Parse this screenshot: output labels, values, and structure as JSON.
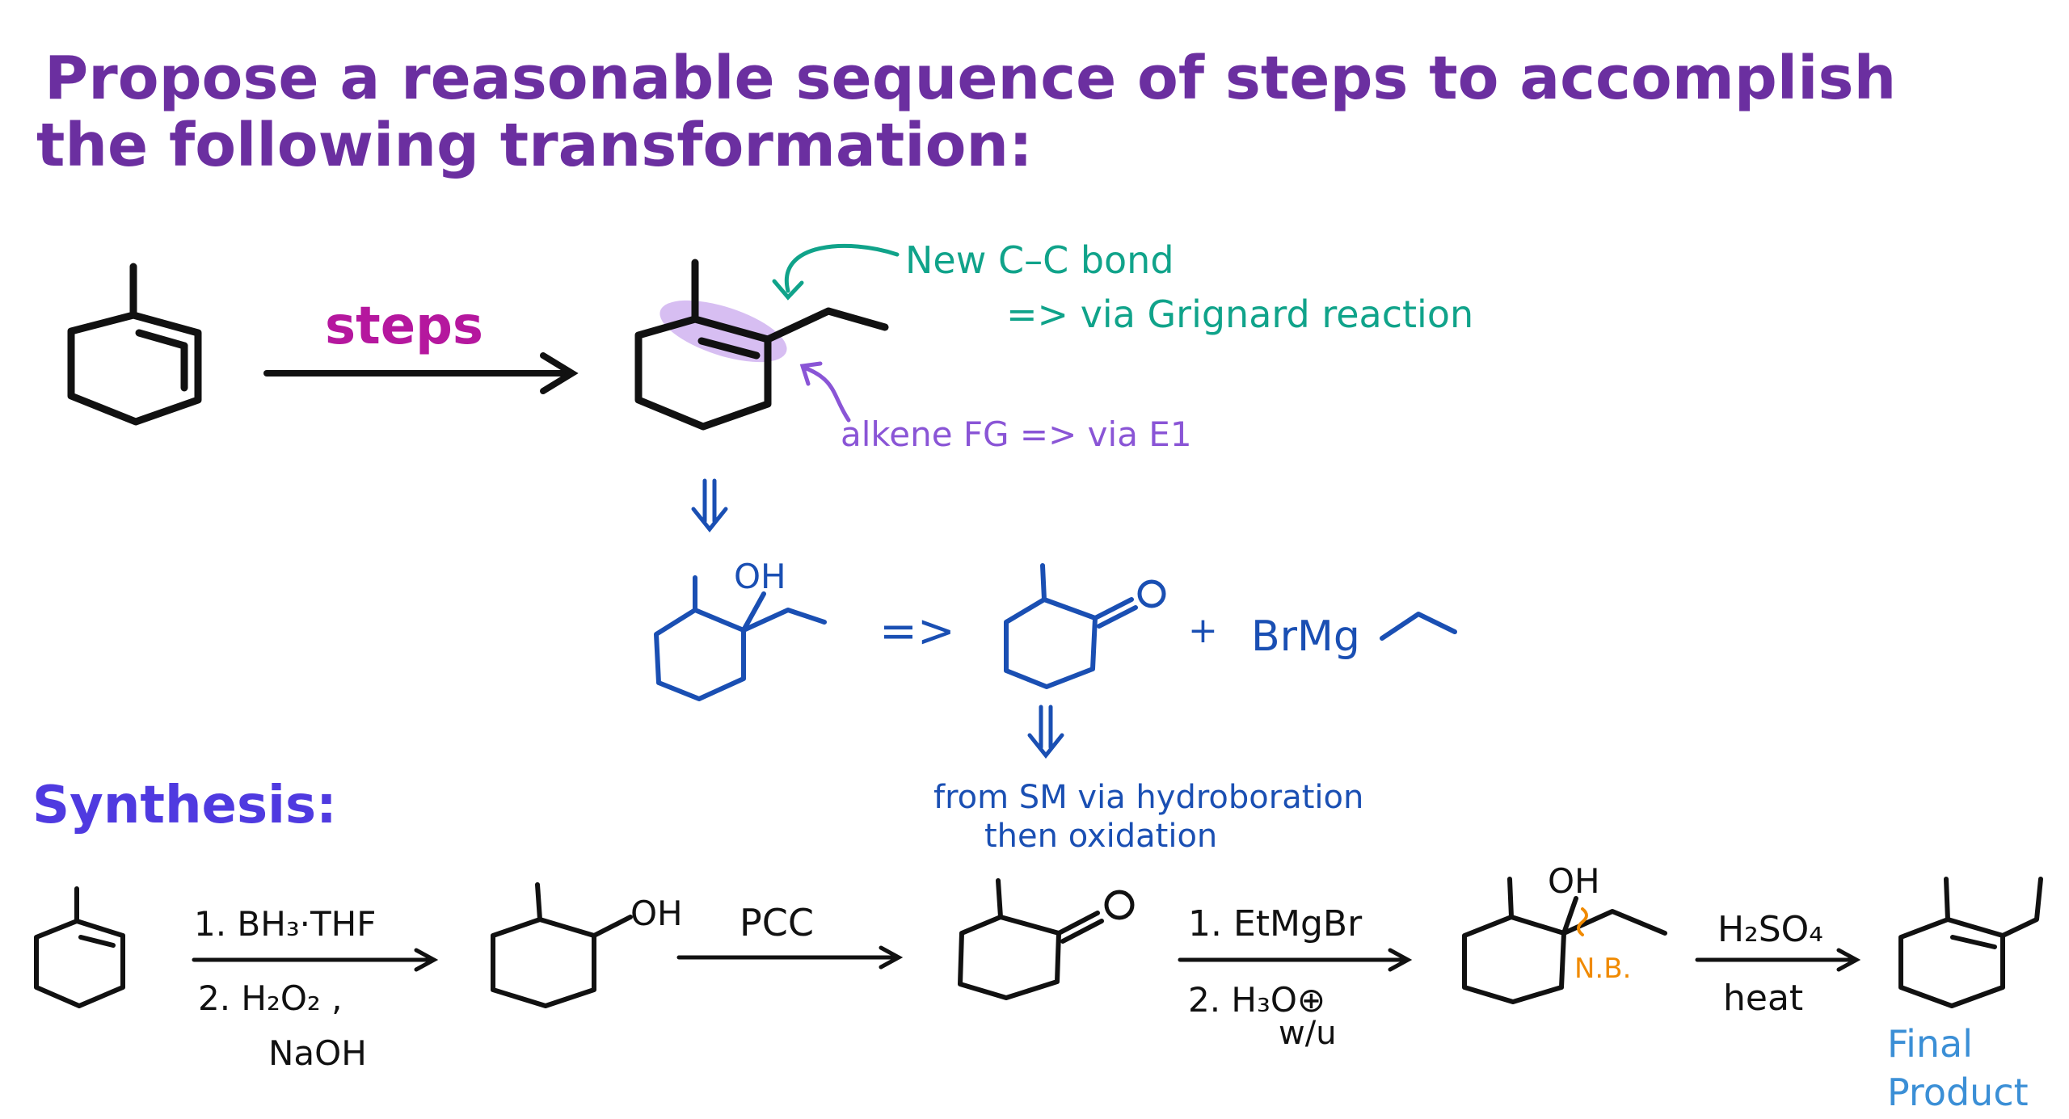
{
  "header": {
    "title_line1": "Propose a reasonable sequence of steps to accomplish",
    "title_line2": "the following transformation:"
  },
  "transformation": {
    "arrow_label": "steps",
    "annotation_bond": "New C–C bond",
    "annotation_grignard": "=> via Grignard reaction",
    "annotation_alkene": "alkene FG => via E1"
  },
  "retro": {
    "oh_label": "OH",
    "arrow": "=>",
    "plus": "+",
    "grignard_reagent": "BrMg",
    "note_line1": "from SM via hydroboration",
    "note_line2": "then oxidation"
  },
  "synthesis": {
    "heading": "Synthesis:",
    "step1_reagent1": "1. BH₃·THF",
    "step1_reagent2": "2. H₂O₂ ,",
    "step1_reagent3": "NaOH",
    "alcohol_oh": "OH",
    "step2_reagent": "PCC",
    "step3_reagent1": "1. EtMgBr",
    "step3_reagent2": "2. H₃O⊕",
    "step3_reagent3": "w/u",
    "tert_alcohol_oh": "OH",
    "new_bond_tag": "N.B.",
    "step4_reagent1": "H₂SO₄",
    "step4_reagent2": "heat",
    "final_label1": "Final",
    "final_label2": "Product"
  },
  "colors": {
    "title": "#6b2fa0",
    "steps": "#b5179e",
    "teal": "#10a38a",
    "violet": "#8a55d6",
    "highlight": "#c9a8ee",
    "blue": "#1a4fb3",
    "indigo": "#4f3ae0",
    "orange": "#f08a00",
    "lightblue": "#3b8fd6",
    "black": "#111111"
  }
}
